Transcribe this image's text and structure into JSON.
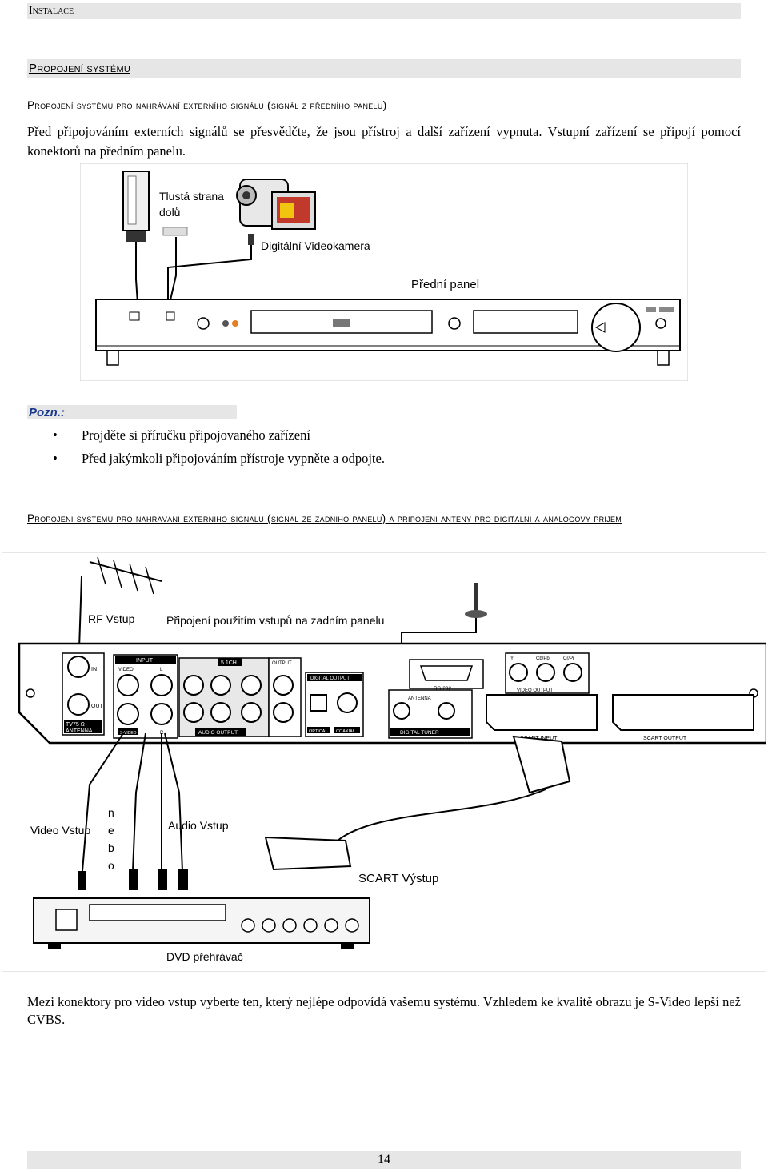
{
  "header": {
    "chapter": "Instalace"
  },
  "section": {
    "title": "Propojení systému",
    "subtitle1": "Propojení systému pro nahrávání externího signálu (signál z předního panelu)",
    "paragraph1": "Před připojováním externích signálů se přesvědčte, že jsou přístroj a další zařízení vypnuta. Vstupní zařízení se připojí pomocí konektorů na předním panelu.",
    "figure1": {
      "label_usb_line1": "Tlustá strana",
      "label_usb_line2": "dolů",
      "label_camera": "Digitální Videokamera",
      "label_front_panel": "Přední panel"
    },
    "note": {
      "label": "Pozn.:",
      "items": [
        "Projděte si příručku připojovaného zařízení",
        "Před jakýmkoli připojováním přístroje vypněte a odpojte."
      ]
    },
    "subtitle2": "Propojení systému pro nahrávání externího signálu (signál ze zadního panelu) a připojení antény pro digitální a analogový příjem",
    "figure2": {
      "label_rf": "RF Vstup",
      "label_rear": "Připojení použitím vstupů na zadním panelu",
      "label_video_in": "Video Vstup",
      "label_audio_in": "Audio Vstup",
      "label_or": [
        "n",
        "e",
        "b",
        "o"
      ],
      "label_scart_out": "SCART Výstup",
      "label_dvd": "DVD přehrávač",
      "panel_labels": {
        "input": "INPUT",
        "ch51": "5.1CH",
        "output": "OUTPUT",
        "video": "VIDEO",
        "l": "L",
        "r": "R",
        "svideo": "S-VIDEO",
        "audio_output": "AUDIO OUTPUT",
        "digital_output": "DIGITAL OUTPUT",
        "optical": "OPTICAL",
        "coaxial": "COAXIAL",
        "tv75": "TV75 Ω",
        "antenna": "ANTENNA",
        "antenna2": "ANTENNA",
        "out": "OUT",
        "in": "IN",
        "rs232": "RS-232",
        "digital_tuner": "DIGITAL TUNER",
        "video_output": "VIDEO OUTPUT",
        "scart_input": "SCART INPUT",
        "scart_output": "SCART OUTPUT",
        "y": "Y",
        "cbpb": "Cb/Pb",
        "crpr": "Cr/Pr"
      }
    },
    "paragraph2": "Mezi konektory pro video vstup vyberte ten, který nejlépe odpovídá vašemu systému. Vzhledem ke kvalitě obrazu je S-Video lepší než CVBS."
  },
  "footer": {
    "page": "14"
  }
}
